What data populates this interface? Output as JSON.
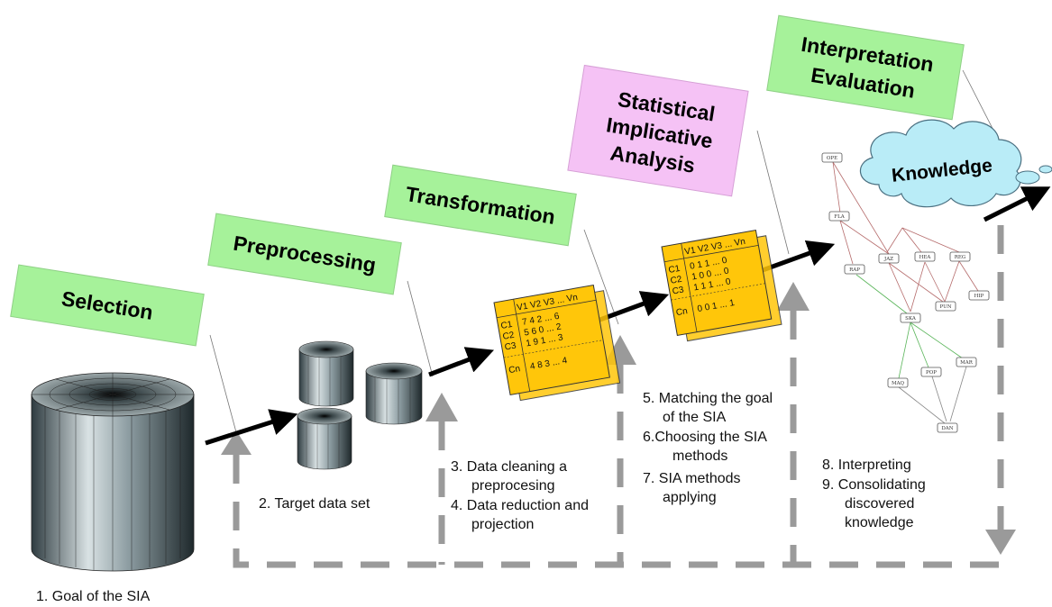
{
  "stages": [
    {
      "label": "Selection"
    },
    {
      "label": "Preprocessing"
    },
    {
      "label": "Transformation"
    },
    {
      "label": "Statistical",
      "label2": "Implicative",
      "label3": "Analysis"
    },
    {
      "label": "Interpretation",
      "label2": "Evaluation"
    }
  ],
  "steps": {
    "s1": "1. Goal of the SIA",
    "s2": "2. Target data set",
    "s3a": "3. Data cleaning a",
    "s3b": "preprocesing",
    "s4a": "4. Data reduction and",
    "s4b": "projection",
    "s5a": "5. Matching the goal",
    "s5b": "of the SIA",
    "s6a": "6.Choosing the SIA",
    "s6b": "methods",
    "s7a": "7. SIA methods",
    "s7b": "applying",
    "s8": "8. Interpreting",
    "s9a": "9. Consolidating",
    "s9b": "discovered",
    "s9c": "knowledge"
  },
  "knowledge": "Knowledge",
  "table1": {
    "header": "V1  V2  V3 ...  Vn",
    "rows": [
      {
        "label": "C1",
        "vals": "7   4   2 ...  6"
      },
      {
        "label": "C2",
        "vals": "5   6   0 ...  2"
      },
      {
        "label": "C3",
        "vals": "1   9   1 ...  3"
      },
      {
        "label": "Cn",
        "vals": "4   8   3 ...  4"
      }
    ]
  },
  "table2": {
    "header": "V1  V2  V3 ...  Vn",
    "rows": [
      {
        "label": "C1",
        "vals": "0   1   1 ...  0"
      },
      {
        "label": "C2",
        "vals": "1   0   0 ...  0"
      },
      {
        "label": "C3",
        "vals": "1   1   1 ...  0"
      },
      {
        "label": "Cn",
        "vals": "0   0   1 ...  1"
      }
    ]
  },
  "graph_nodes": [
    "OPE",
    "FLA",
    "RAP",
    "JAZ",
    "HEA",
    "REG",
    "PUN",
    "HIP",
    "SKA",
    "MAQ",
    "POP",
    "MAR",
    "DAN"
  ],
  "colors": {
    "stage_green": "#a6f29a",
    "stage_pink": "#f5c2f5",
    "table_yellow": "#ffc60a",
    "cloud": "#b9ecf7",
    "dashed_gray": "#9a9a9a"
  }
}
